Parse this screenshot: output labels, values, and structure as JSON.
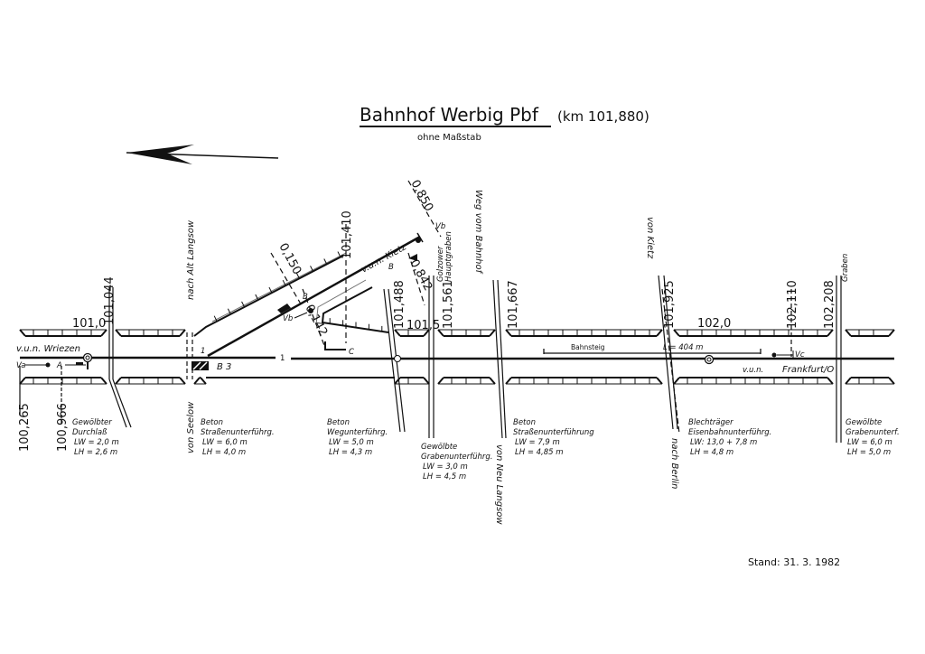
{
  "header": {
    "title": "Bahnhof  Werbig Pbf",
    "km": "(km 101,880)",
    "subtitle": "ohne Maßstab"
  },
  "km_marks": {
    "k100_265": "100,265",
    "k100_966": "100,966",
    "k101_0": "101,0",
    "k101_044": "101,044",
    "k101_410": "101,410",
    "k101_488": "101,488",
    "k101_5": "101,5",
    "k101_561": "101,561",
    "k101_667": "101,667",
    "k101_925": "101,925",
    "k102_0": "102,0",
    "k102_110": "102,110",
    "k102_208": "102,208",
    "b0_850": "0,850",
    "b0_150": "0,150",
    "b0_142": "0,142",
    "b0_842": "0,842"
  },
  "roads": {
    "alt_langsow": "nach Alt Langsow",
    "seelow": "von Seelow",
    "weg_bahnhof": "Weg vom Bahnhof",
    "neu_langsow": "von Neu Langsow",
    "von_kietz": "von Kietz",
    "nach_berlin": "nach Berlin",
    "golzower": "Golzower",
    "hauptgraben": "Hauptgraben",
    "graben": "Graben"
  },
  "track": {
    "wriezen": "v.u.n. Wriezen",
    "kietz": "v.u.n. Kietz",
    "vun": "v.u.n.",
    "frankfurt": "Frankfurt/O",
    "track1": "1",
    "track1b": "1",
    "va": "Va",
    "a": "A",
    "b": "B",
    "b_a": "B",
    "b3": "B 3",
    "vb1": "Vb",
    "vb2": "Vb",
    "c": "C",
    "vc": "Vc",
    "bahnsteig": "Bahnsteig",
    "length": "L = 404 m"
  },
  "structures": [
    {
      "l1": "Gewölbter",
      "l2": "Durchlaß",
      "lw": "LW = 2,0 m",
      "lh": "LH = 2,6 m"
    },
    {
      "l1": "Beton",
      "l2": "Straßenunterführg.",
      "lw": "LW = 6,0 m",
      "lh": "LH = 4,0 m"
    },
    {
      "l1": "Beton",
      "l2": "Wegunterführg.",
      "lw": "LW = 5,0 m",
      "lh": "LH = 4,3 m"
    },
    {
      "l1": "Gewölbte",
      "l2": "Grabenunterführg.",
      "lw": "LW = 3,0 m",
      "lh": "LH = 4,5 m"
    },
    {
      "l1": "Beton",
      "l2": "Straßenunterführung",
      "lw": "LW = 7,9 m",
      "lh": "LH = 4,85 m"
    },
    {
      "l1": "Blechträger",
      "l2": "Eisenbahnunterführg.",
      "lw": "LW: 13,0 + 7,8 m",
      "lh": "LH = 4,8 m"
    },
    {
      "l1": "Gewölbte",
      "l2": "Grabenunterf.",
      "lw": "LW = 6,0 m",
      "lh": "LH = 5,0 m"
    }
  ],
  "footer": {
    "stand": "Stand: 31. 3. 1982"
  }
}
